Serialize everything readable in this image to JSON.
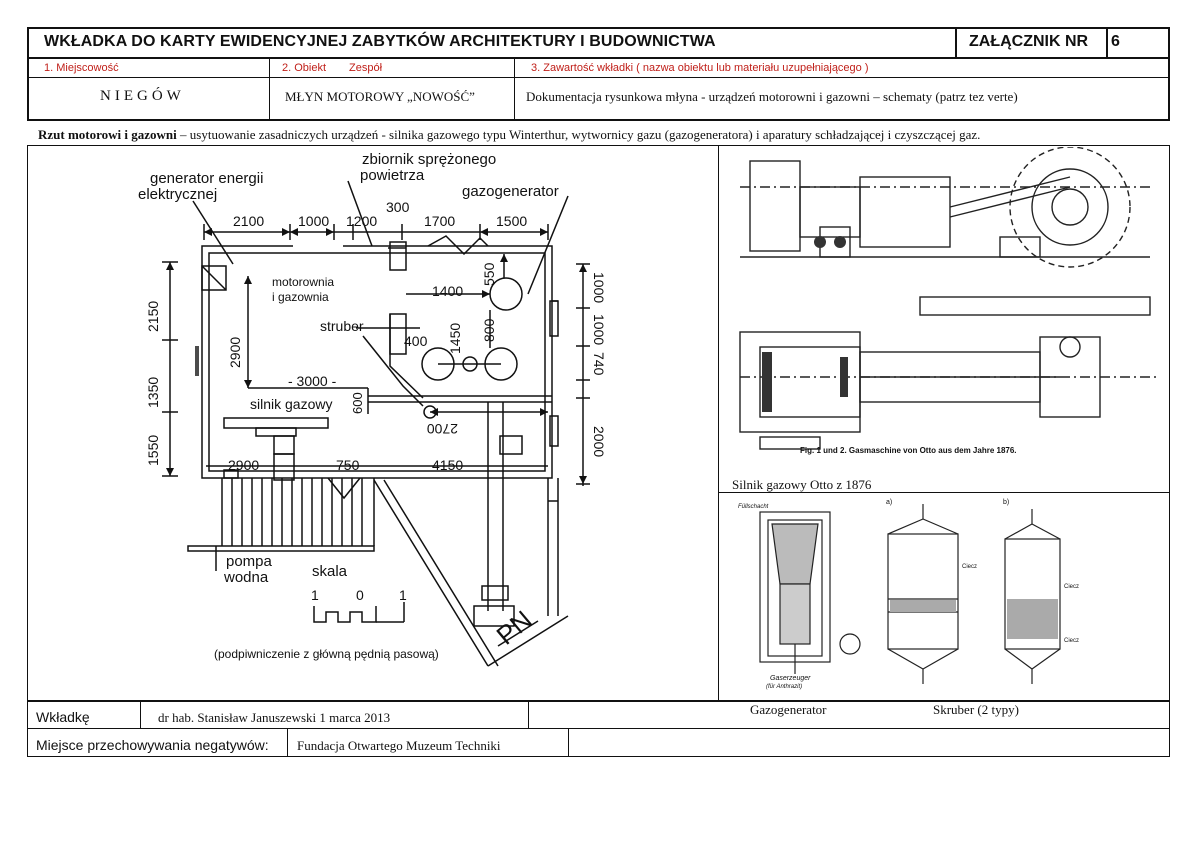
{
  "header": {
    "title": "WKŁADKA DO KARTY EWIDENCYJNEJ ZABYTKÓW ARCHITEKTURY I BUDOWNICTWA",
    "attachment_label": "ZAŁĄCZNIK NR",
    "attachment_number": "6"
  },
  "fields": {
    "locality_label": "1. Miejscowość",
    "object_label": "2. Obiekt",
    "object_label_sub": "Zespół",
    "content_label": "3. Zawartość wkładki ( nazwa obiektu lub materiału uzupełniającego )",
    "locality_value": "NIEGÓW",
    "object_value": "MŁYN MOTOROWY „NOWOŚĆ”",
    "content_value": "Dokumentacja rysunkowa młyna - urządzeń motorowni i gazowni – schematy (patrz tez verte)"
  },
  "description": {
    "bold": "Rzut motorowi i gazowni",
    "rest": " – usytuowanie zasadniczych urządzeń - silnika gazowego typu Winterthur,  wytwornicy gazu (gazogeneratora) i aparatury schładzającej i czyszczącej gaz."
  },
  "plan": {
    "label_generator": "generator energii",
    "label_generator2": "elektrycznej",
    "label_tank": "zbiornik sprężonego",
    "label_tank2": "powietrza",
    "label_gasgen": "gazogenerator",
    "label_room": "motorownia",
    "label_room2": "i gazownia",
    "label_scrubber": "struber",
    "label_engine": "silnik gazowy",
    "label_pump": "pompa",
    "label_pump2": "wodna",
    "label_scale": "skala",
    "label_note": "(podpiwniczenie z główną pędnią pasową)",
    "label_pn": "PN",
    "dims": {
      "d2100": "2100",
      "d1000": "1000",
      "d1200": "1200",
      "d300": "300",
      "d1700": "1700",
      "d1500": "1500",
      "d1400": "1400",
      "d550": "550",
      "d400": "400",
      "d1450": "1450",
      "d800": "800",
      "d2900": "2900",
      "d3000": "- 3000 -",
      "d600": "600",
      "d2700": "2700",
      "d2150": "2150",
      "d1350": "1350",
      "d1550": "1550",
      "r1000a": "1000",
      "r1000b": "1000",
      "r740": "740",
      "r2000": "2000",
      "b2900": "2900",
      "b750": "750",
      "b4150": "4150",
      "s1": "1",
      "s0": "0",
      "s1b": "1"
    }
  },
  "otto": {
    "caption": "Silnik gazowy Otto z 1876",
    "fig_caption": "Fig. 1 und 2.   Gasmaschine von Otto aus dem Jahre 1876."
  },
  "schemes": {
    "label_a": "a)",
    "label_b": "b)",
    "ciecz1": "Ciecz",
    "ciecz2": "Ciecz",
    "ciecz3": "Ciecz",
    "gaserzeuger": "Gaserzeuger",
    "gaserzeuger2": "(für Anthrazit)",
    "fuellschacht": "Füllschacht",
    "caption_gasgen": "Gazogenerator",
    "caption_scrubber": "Skruber (2 typy)"
  },
  "footer": {
    "insert_label": "Wkładkę",
    "insert_value": "dr hab. Stanisław Januszewski 1 marca 2013",
    "storage_label": "Miejsce przechowywania negatywów:",
    "storage_value": "Fundacja Otwartego Muzeum Techniki"
  }
}
